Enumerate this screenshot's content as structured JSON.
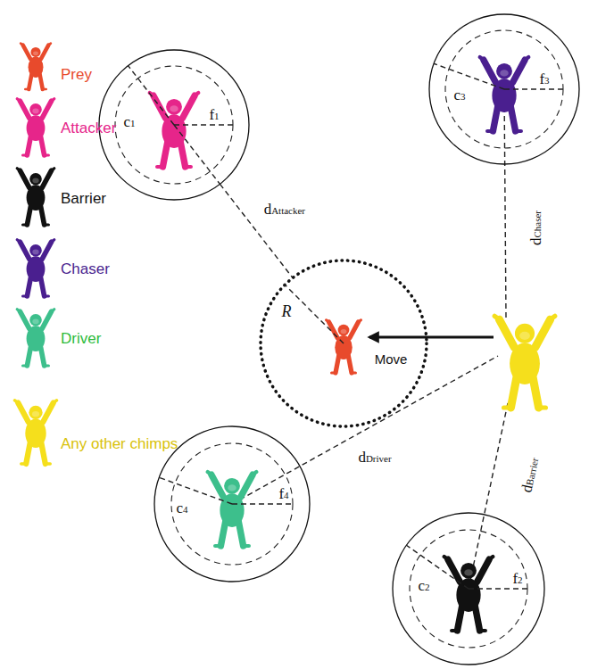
{
  "diagram": {
    "nodes": [
      {
        "text": [
          "c1",
          "f1"
        ]
      },
      {
        "text": [
          "c3",
          "f3"
        ]
      },
      {
        "text": [
          "R"
        ]
      },
      {
        "text": [
          "c4",
          "f4"
        ]
      },
      {
        "text": [
          "c2",
          "f2"
        ]
      }
    ],
    "edges": [
      {
        "from": 0,
        "to": 2,
        "arrow": "none",
        "label": "dAttacker"
      }
    ],
    "labels": [
      "dChaser",
      "dDriver",
      "dBarrier",
      "Move"
    ],
    "legend": [
      {
        "text": "Prey"
      },
      {
        "text": "Attacker"
      },
      {
        "text": "Barrier"
      },
      {
        "text": "Chaser"
      },
      {
        "text": "Driver"
      },
      {
        "text": "Any other chimps"
      }
    ]
  }
}
